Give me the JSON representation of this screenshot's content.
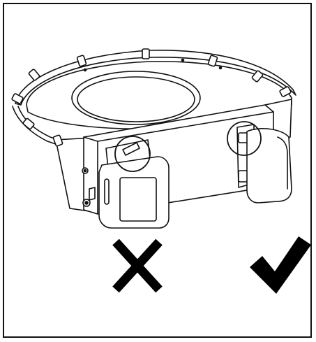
{
  "figure": {
    "subject": "mounting-bracket-assembly",
    "line_color": "#111111",
    "fill_color": "#ffffff"
  },
  "markers": {
    "incorrect": {
      "icon": "cross-icon",
      "meaning": "incorrect",
      "color": "#000000"
    },
    "correct": {
      "icon": "check-icon",
      "meaning": "correct",
      "color": "#000000"
    }
  }
}
